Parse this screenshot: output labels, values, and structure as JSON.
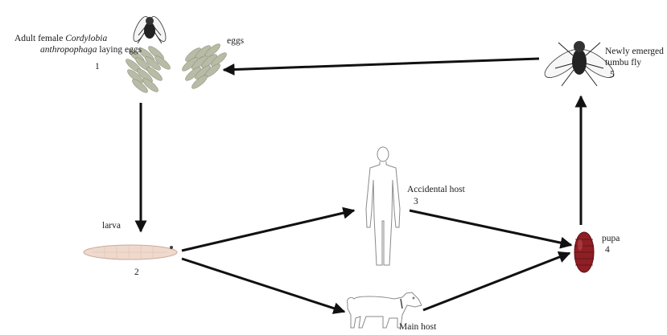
{
  "stages": {
    "adult": {
      "caption_pre": "Adult female ",
      "caption_species_1": "Cordylobia",
      "caption_species_2": "anthropophaga",
      "caption_post": "laying eggs",
      "number": "1"
    },
    "eggs": {
      "label": "eggs"
    },
    "larva": {
      "label": "larva",
      "number": "2"
    },
    "accidental_host": {
      "label": "Accidental host",
      "number": "3"
    },
    "main_host": {
      "label": "Main host"
    },
    "pupa": {
      "label": "pupa",
      "number": "4"
    },
    "emerged": {
      "label_line1": "Newly emerged",
      "label_line2": "tumbu  fly",
      "number": "5"
    }
  },
  "colors": {
    "arrow": "#111111",
    "egg": "#b8bca6",
    "larva": "#efd9cc",
    "pupa": "#8e1f25",
    "outline": "#8a8a8a"
  }
}
